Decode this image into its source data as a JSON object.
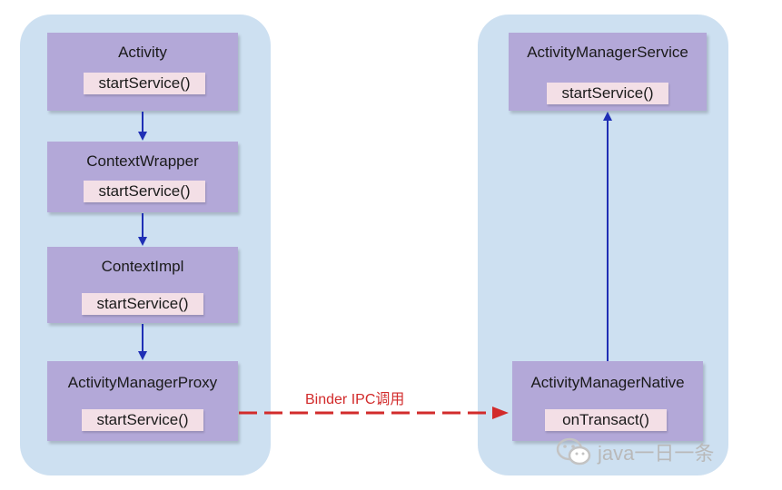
{
  "client_side": {
    "activity": {
      "title": "Activity",
      "method": "startService()"
    },
    "context_wrapper": {
      "title": "ContextWrapper",
      "method": "startService()"
    },
    "context_impl": {
      "title": "ContextImpl",
      "method": "startService()"
    },
    "activity_manager_proxy": {
      "title": "ActivityManagerProxy",
      "method": "startService()"
    }
  },
  "server_side": {
    "activity_manager_service": {
      "title": "ActivityManagerService",
      "method": "startService()"
    },
    "activity_manager_native": {
      "title": "ActivityManagerNative",
      "method": "onTransact()"
    }
  },
  "ipc_call": {
    "label": "Binder IPC调用"
  },
  "watermark": {
    "text": "java一日一条",
    "icon": "wechat-icon"
  },
  "colors": {
    "panel": "#cde0f1",
    "box": "#b3a8d8",
    "method": "#f3dfe6",
    "flow_arrow": "#1f2fb5",
    "ipc_arrow": "#d22b2b"
  }
}
